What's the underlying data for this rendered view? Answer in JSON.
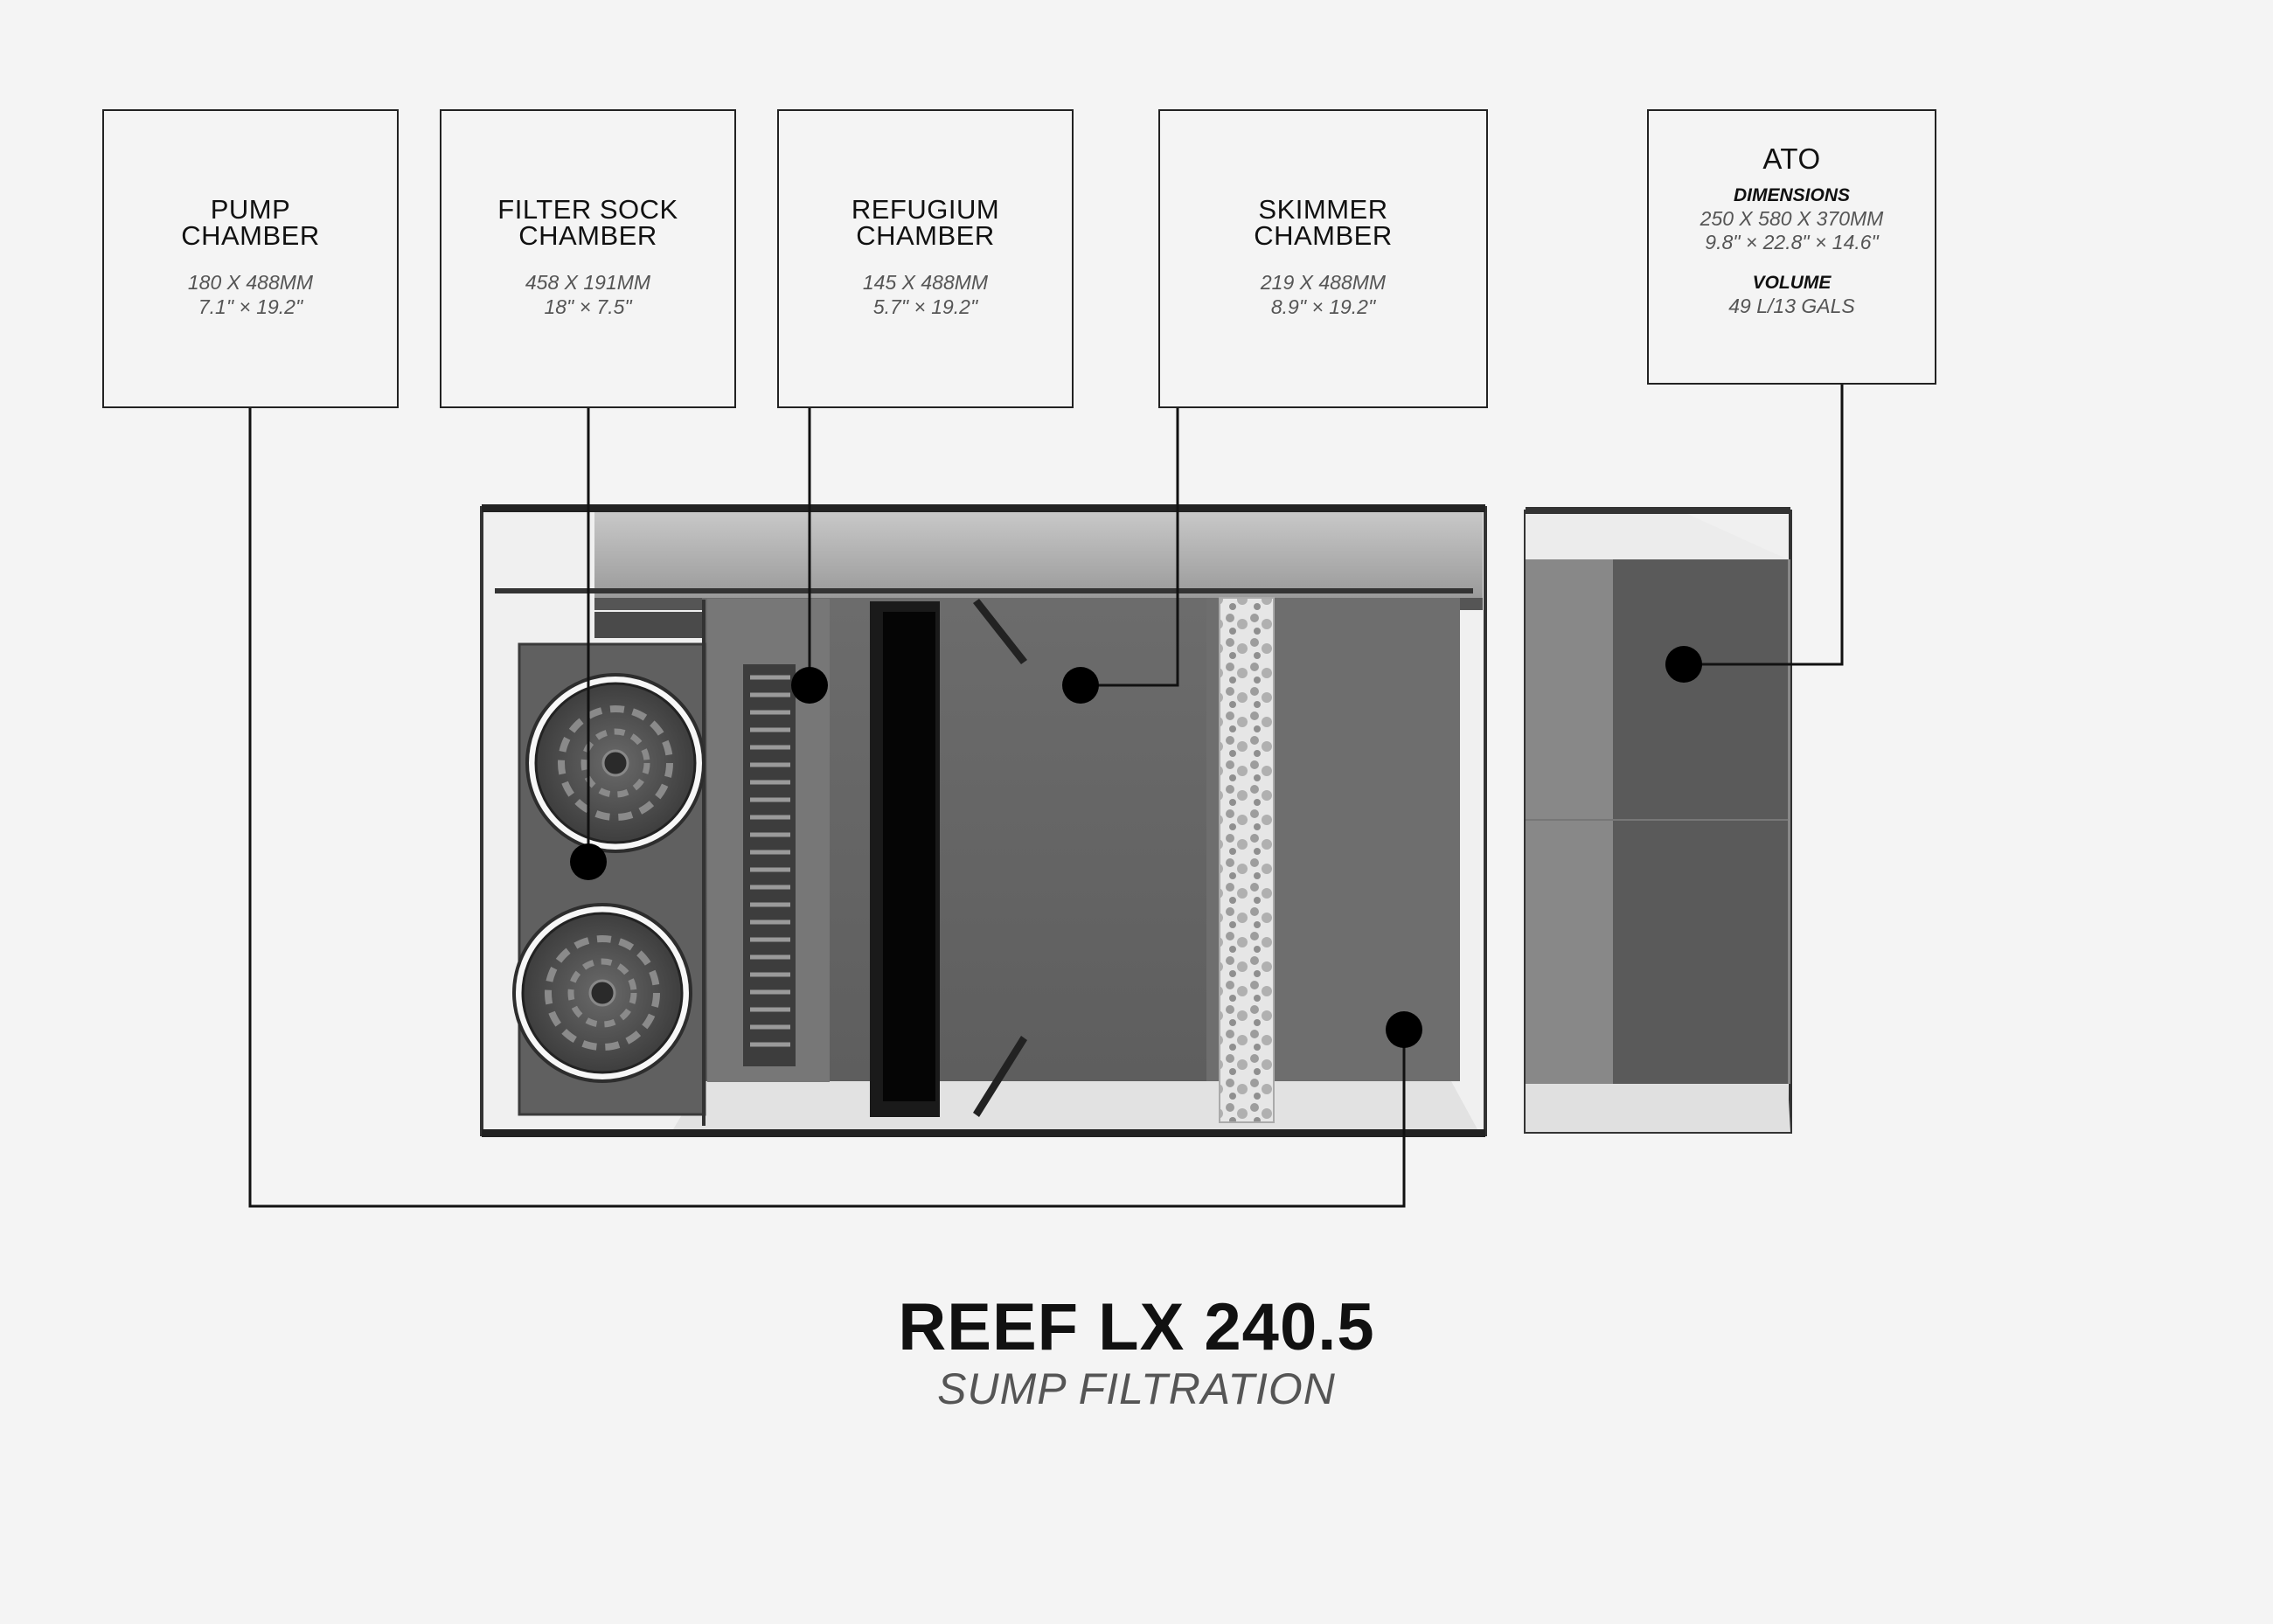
{
  "chambers": [
    {
      "title": "PUMP\nCHAMBER",
      "spec1": "180 X 488MM",
      "spec2": "7.1\" × 19.2\""
    },
    {
      "title": "FILTER SOCK\nCHAMBER",
      "spec1": "458 X 191MM",
      "spec2": "18\" × 7.5\""
    },
    {
      "title": "REFUGIUM\nCHAMBER",
      "spec1": "145 X 488MM",
      "spec2": "5.7\" × 19.2\""
    },
    {
      "title": "SKIMMER\nCHAMBER",
      "spec1": "219 X 488MM",
      "spec2": "8.9\" × 19.2\""
    }
  ],
  "ato": {
    "title": "ATO",
    "dimensions_label": "DIMENSIONS",
    "dimensions_mm": "250 X 580 X 370MM",
    "dimensions_in": "9.8\" × 22.8\" × 14.6\"",
    "volume_label": "VOLUME",
    "volume_value": "49 L/13 GALS"
  },
  "product": {
    "name": "REEF LX 240.5",
    "subtitle": "SUMP FILTRATION"
  }
}
